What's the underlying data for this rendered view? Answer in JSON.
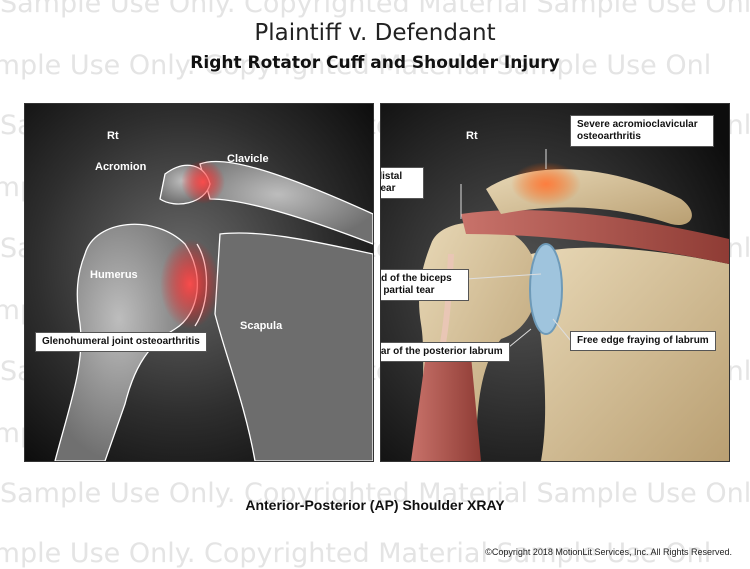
{
  "watermark": {
    "sample": "Sample Use Only. Copyrighted Material",
    "row": "Sample Use Only. Copyrighted Material    Sample Use Only. Copyrighted Material"
  },
  "header": {
    "title": "Plaintiff v. Defendant",
    "subtitle": "Right Rotator Cuff and Shoulder Injury"
  },
  "xray": {
    "side_label": "Rt",
    "labels": [
      "Acromion",
      "Clavicle",
      "Humerus",
      "Scapula"
    ],
    "callout": "Glenohumeral joint osteoarthritis"
  },
  "anatomy": {
    "side_label": "Rt",
    "callouts": [
      "Severe acromioclavicular osteoarthritis",
      "Full-thickness distal supraspinatus tear",
      "Proximal long head of the biceps tendinopathy with partial tear",
      "Free edge fraying of labrum",
      "Tear of the posterior labrum"
    ]
  },
  "caption": "Anterior-Posterior (AP) Shoulder XRAY",
  "copyright": "©Copyright 2018 MotionLit Services, Inc. All Rights Reserved."
}
